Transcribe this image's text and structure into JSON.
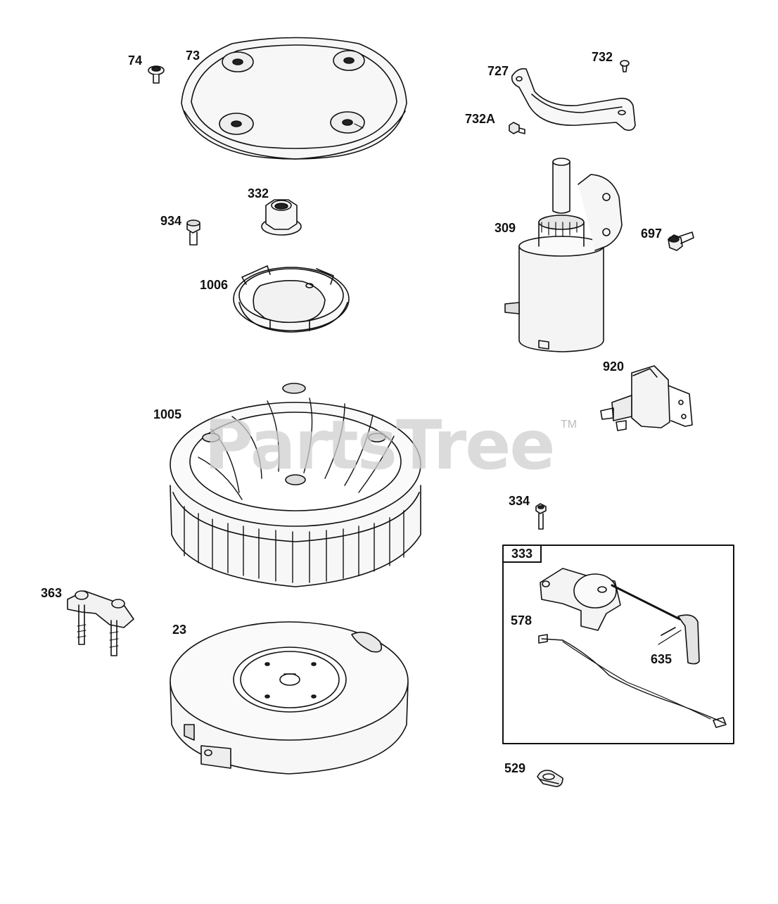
{
  "watermark": {
    "text": "PartsTree",
    "trademark": "TM"
  },
  "callouts": {
    "p74": "74",
    "p73": "73",
    "p727": "727",
    "p732": "732",
    "p732A": "732A",
    "p332": "332",
    "p934": "934",
    "p309": "309",
    "p697": "697",
    "p1006": "1006",
    "p920": "920",
    "p1005": "1005",
    "p334": "334",
    "p333": "333",
    "p363": "363",
    "p578": "578",
    "p23": "23",
    "p635": "635",
    "p529": "529"
  },
  "colors": {
    "line": "#111111",
    "part_fill": "#f7f7f7",
    "shade": "#d6d6d6",
    "watermark": "#cfcfcf"
  }
}
